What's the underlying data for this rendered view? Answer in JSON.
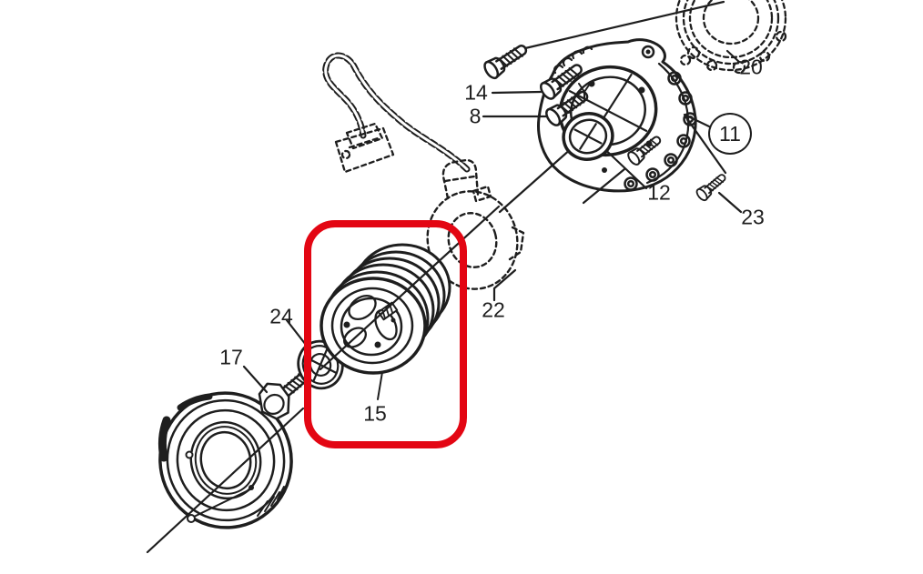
{
  "diagram": {
    "kind": "exploded-parts-diagram",
    "highlighted_part": "15",
    "colors": {
      "line": "#1e1e1e",
      "highlight": "#e30613",
      "background": "#ffffff"
    },
    "labels": [
      {
        "text": "14",
        "circled": false
      },
      {
        "text": "8",
        "circled": false
      },
      {
        "text": "12",
        "circled": false
      },
      {
        "text": "20",
        "circled": false
      },
      {
        "text": "11",
        "circled": true
      },
      {
        "text": "23",
        "circled": false
      },
      {
        "text": "22",
        "circled": false
      },
      {
        "text": "15",
        "circled": false
      },
      {
        "text": "24",
        "circled": false
      },
      {
        "text": "17",
        "circled": false
      }
    ]
  }
}
